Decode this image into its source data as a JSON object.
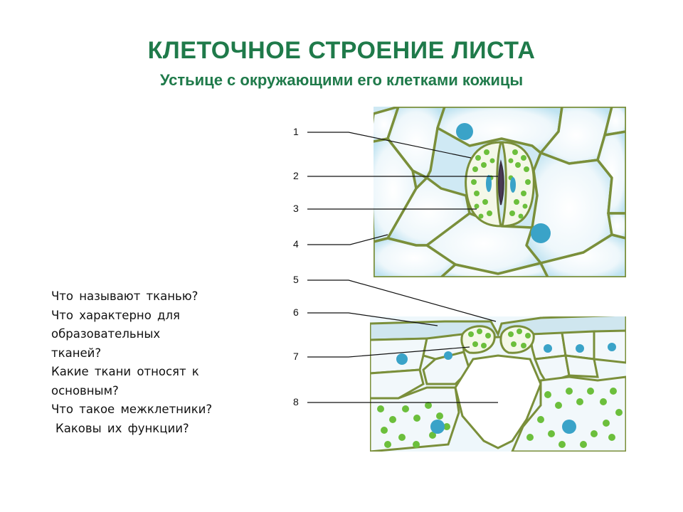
{
  "title": "КЛЕТОЧНОЕ СТРОЕНИЕ ЛИСТА",
  "subtitle": "Устьице с окружающими его клетками кожицы",
  "questions": [
    "Что называют тканью?",
    "Что характерно для",
    "образовательных",
    "тканей?",
    "Какие ткани относят к",
    "основным?",
    "Что такое межклетники?",
    "Каковы их функции?"
  ],
  "labels": [
    "1",
    "2",
    "3",
    "4",
    "5",
    "6",
    "7",
    "8"
  ],
  "colors": {
    "title": "#1f7a4a",
    "cell_fill": "#d9eef6",
    "wall": "#6f8f3a",
    "chloroplast": "#6cbf3c",
    "nucleus": "#3aa3c8"
  }
}
